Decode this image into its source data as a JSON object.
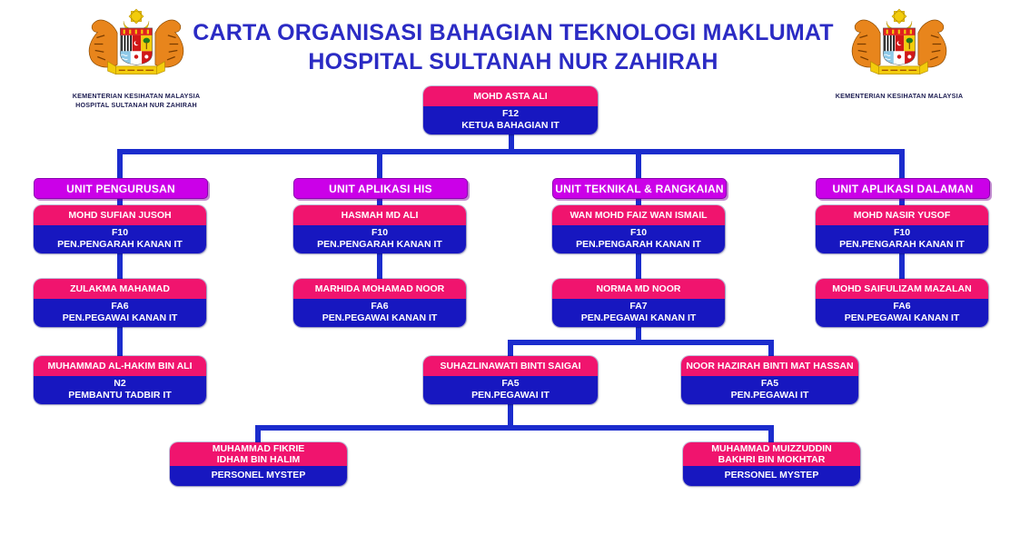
{
  "title": {
    "line1": "CARTA ORGANISASI BAHAGIAN TEKNOLOGI MAKLUMAT",
    "line2": "HOSPITAL SULTANAH NUR ZAHIRAH"
  },
  "logo_left": {
    "caption_line1": "KEMENTERIAN KESIHATAN MALAYSIA",
    "caption_line2": "HOSPITAL SULTANAH NUR ZAHIRAH"
  },
  "logo_right": {
    "caption_line1": "KEMENTERIAN KESIHATAN MALAYSIA"
  },
  "colors": {
    "title_blue": "#2b2bc4",
    "box_pink": "#f0146e",
    "box_blue": "#1717c0",
    "unit_purple": "#cb00e8",
    "connector_blue": "#1b2ccd"
  },
  "units": [
    {
      "label": "UNIT PENGURUSAN"
    },
    {
      "label": "UNIT APLIKASI HIS"
    },
    {
      "label": "UNIT TEKNIKAL & RANGKAIAN"
    },
    {
      "label": "UNIT APLIKASI DALAMAN"
    }
  ],
  "people": {
    "root": {
      "name": "MOHD ASTA ALI",
      "grade": "F12",
      "position": "KETUA BAHAGIAN IT"
    },
    "sufian": {
      "name": "MOHD SUFIAN JUSOH",
      "grade": "F10",
      "position": "PEN.PENGARAH KANAN IT"
    },
    "zulakma": {
      "name": "ZULAKMA MAHAMAD",
      "grade": "FA6",
      "position": "PEN.PEGAWAI KANAN IT"
    },
    "alhakim": {
      "name": "MUHAMMAD AL-HAKIM BIN ALI",
      "grade": "N2",
      "position": "PEMBANTU TADBIR IT"
    },
    "hasmah": {
      "name": "HASMAH MD ALI",
      "grade": "F10",
      "position": "PEN.PENGARAH KANAN IT"
    },
    "marhida": {
      "name": "MARHIDA MOHAMAD NOOR",
      "grade": "FA6",
      "position": "PEN.PEGAWAI KANAN IT"
    },
    "wanfaiz": {
      "name": "WAN MOHD FAIZ WAN ISMAIL",
      "grade": "F10",
      "position": "PEN.PENGARAH KANAN IT"
    },
    "norma": {
      "name": "NORMA MD NOOR",
      "grade": "FA7",
      "position": "PEN.PEGAWAI KANAN IT"
    },
    "suhazlinawati": {
      "name": "SUHAZLINAWATI BINTI SAIGAI",
      "grade": "FA5",
      "position": "PEN.PEGAWAI IT"
    },
    "noorhazirah": {
      "name": "NOOR HAZIRAH BINTI MAT HASSAN",
      "grade": "FA5",
      "position": "PEN.PEGAWAI IT"
    },
    "fikrie": {
      "name": "MUHAMMAD FIKRIE\nIDHAM BIN HALIM",
      "position": "PERSONEL MYSTEP"
    },
    "muizzuddin": {
      "name": "MUHAMMAD MUIZZUDDIN\nBAKHRI BIN MOKHTAR",
      "position": "PERSONEL MYSTEP"
    },
    "nasir": {
      "name": "MOHD NASIR YUSOF",
      "grade": "F10",
      "position": "PEN.PENGARAH KANAN IT"
    },
    "saifulizam": {
      "name": "MOHD SAIFULIZAM MAZALAN",
      "grade": "FA6",
      "position": "PEN.PEGAWAI KANAN IT"
    }
  }
}
